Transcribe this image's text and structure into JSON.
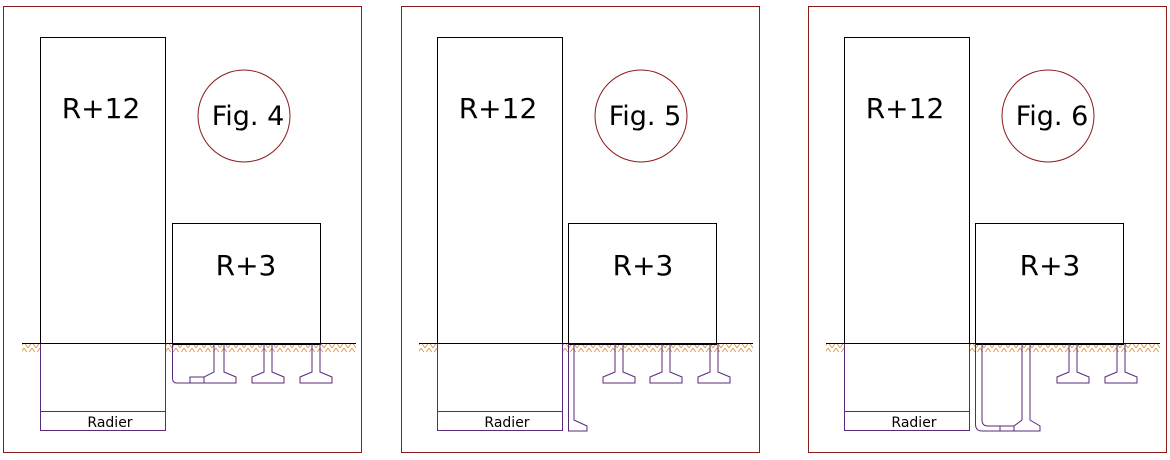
{
  "colors": {
    "frame": "#8b1a1a",
    "building": "#000000",
    "foundation": "#5a2a7a",
    "ground_line": "#000000",
    "hatch": "#d9a05b"
  },
  "panels": [
    {
      "figure_label": "Fig. 4",
      "tall_building_label": "R+12",
      "low_building_label": "R+3",
      "raft_label": "Radier",
      "variant": "adjacent-footing"
    },
    {
      "figure_label": "Fig. 5",
      "tall_building_label": "R+12",
      "low_building_label": "R+3",
      "raft_label": "Radier",
      "variant": "cantilever-wall"
    },
    {
      "figure_label": "Fig. 6",
      "tall_building_label": "R+12",
      "low_building_label": "R+3",
      "raft_label": "Radier",
      "variant": "deep-wall"
    }
  ]
}
